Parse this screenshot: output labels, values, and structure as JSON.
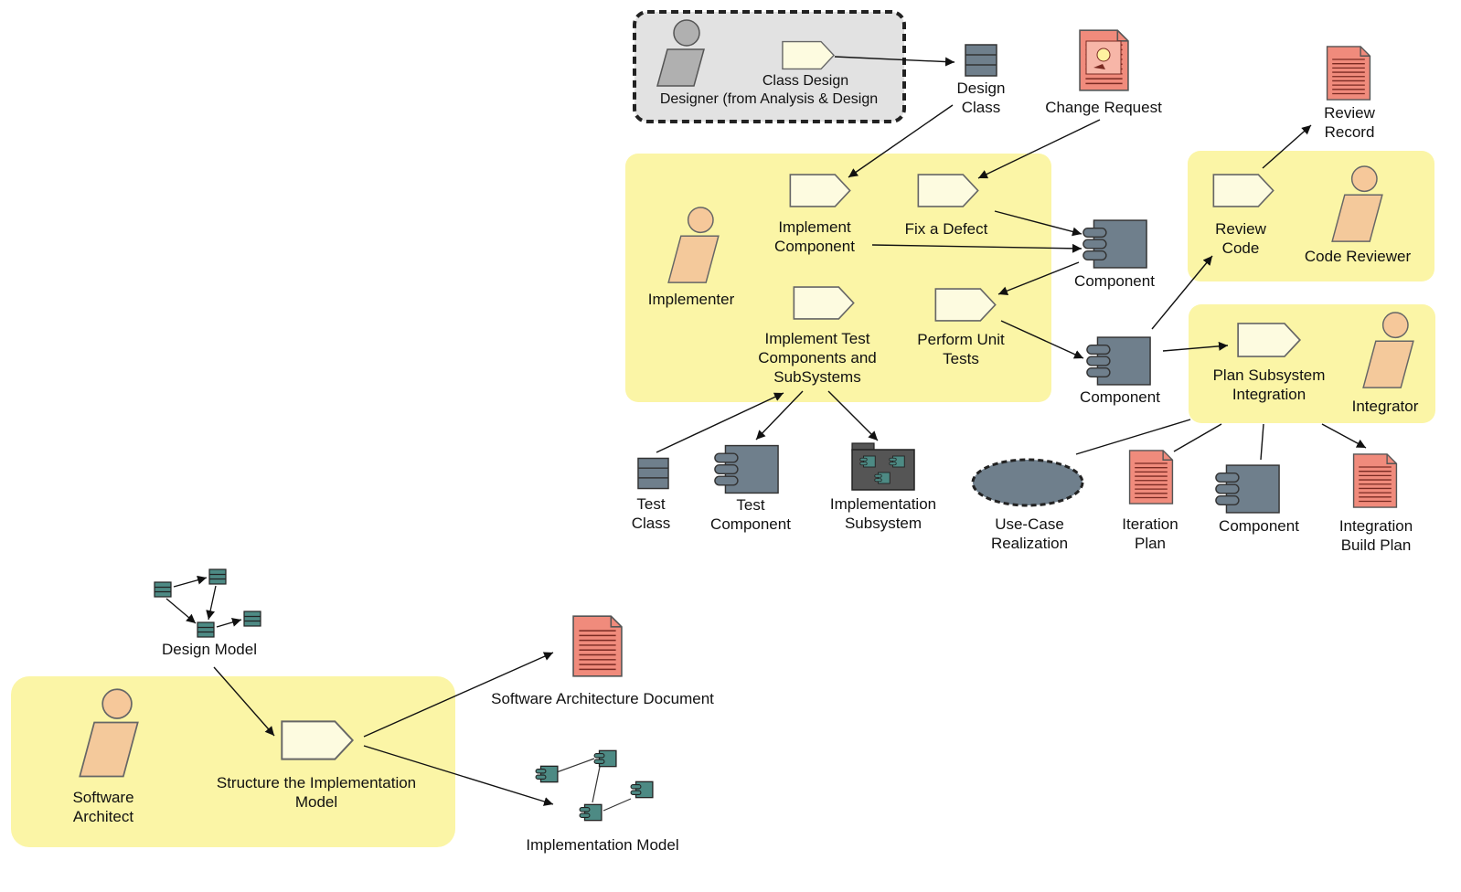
{
  "colors": {
    "swimlane": "#fbf5a6",
    "activity_fill": "#fdfbe0",
    "activity_stroke": "#666666",
    "role_head": "#f6c89a",
    "role_body": "#f4c99b",
    "external_role": "#b0b0b0",
    "artifact_slate": "#6f7f8c",
    "document_red": "#f08b7c",
    "model_teal": "#4d8a84",
    "external_group": "#e2e2e2"
  },
  "external_group": {
    "role": "Designer (from Analysis & Design",
    "activity": "Class Design"
  },
  "lanes": {
    "implementer": {
      "role": "Implementer",
      "activities": {
        "implement_component": "Implement Component",
        "fix_defect": "Fix a Defect",
        "implement_test": "Implement Test Components and SubSystems",
        "perform_unit_tests": "Perform Unit Tests"
      }
    },
    "code_reviewer": {
      "role": "Code Reviewer",
      "activity": "Review Code"
    },
    "integrator": {
      "role": "Integrator",
      "activity": "Plan Subsystem Integration"
    },
    "software_architect": {
      "role": "Software Architect",
      "activity": "Structure the Implementation Model"
    }
  },
  "artifacts": {
    "design_class": "Design Class",
    "change_request": "Change Request",
    "review_record": "Review Record",
    "component_1": "Component",
    "component_2": "Component",
    "test_class": "Test Class",
    "test_component": "Test Component",
    "implementation_subsystem": "Implementation Subsystem",
    "use_case_realization": "Use-Case Realization",
    "iteration_plan": "Iteration Plan",
    "component_3": "Component",
    "integration_build_plan": "Integration Build Plan",
    "design_model": "Design Model",
    "software_architecture_document": "Software Architecture Document",
    "implementation_model": "Implementation Model"
  }
}
